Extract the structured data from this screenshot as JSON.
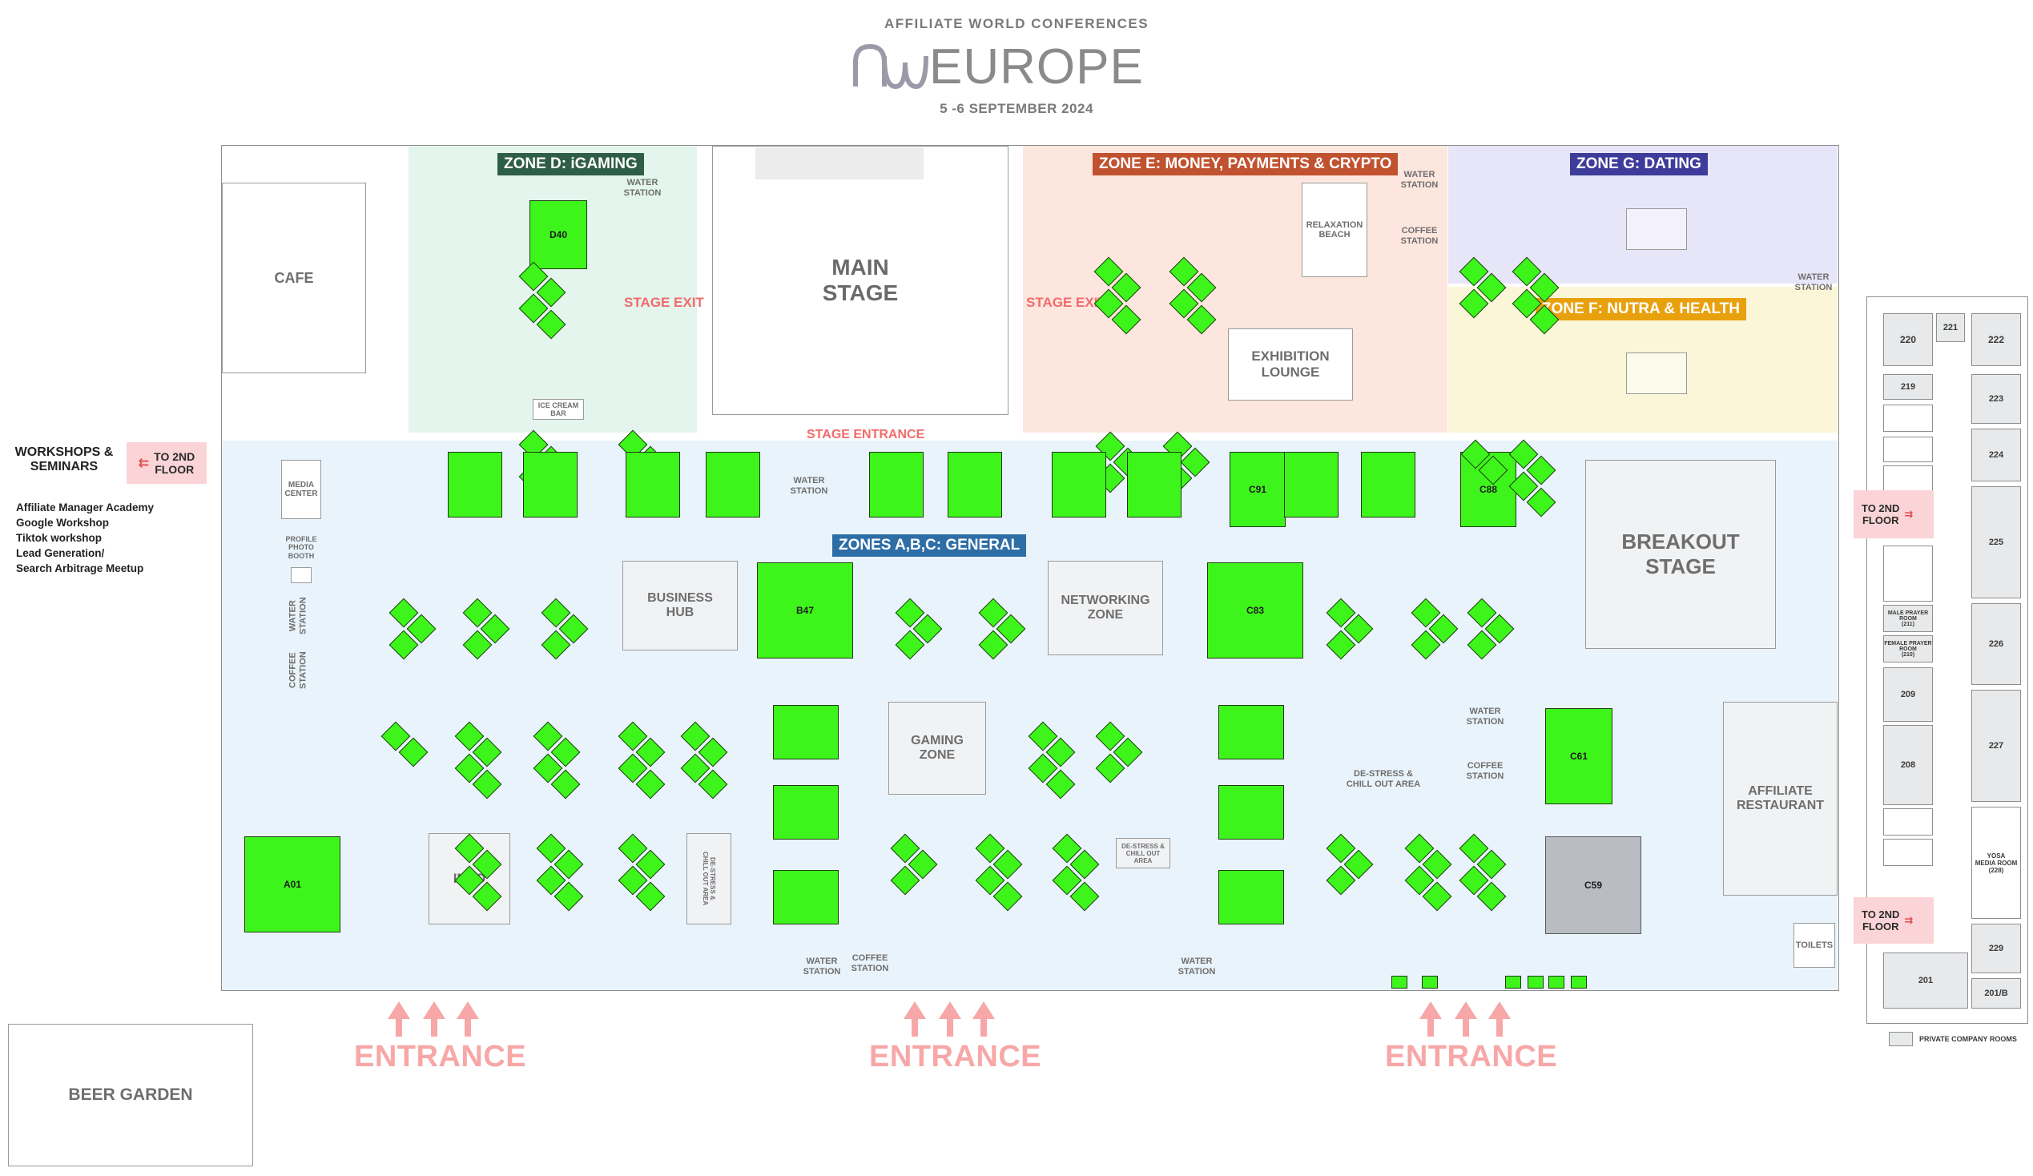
{
  "header": {
    "organizer": "AFFILIATE WORLD CONFERENCES",
    "brand": "EUROPE",
    "dates": "5 -6 SEPTEMBER 2024"
  },
  "areas": {
    "cafe": "CAFE",
    "beer_garden": "BEER GARDEN",
    "main_stage": "MAIN\nSTAGE",
    "stage_exit_left": "STAGE EXIT",
    "stage_exit_right": "STAGE EXIT",
    "stage_entrance": "STAGE ENTRANCE",
    "relaxation_beach": "RELAXATION\nBEACH",
    "exhibition_lounge": "EXHIBITION\nLOUNGE",
    "ice_cream_bar": "ICE CREAM\nBAR",
    "media_center": "MEDIA\nCENTER",
    "profile_photo_booth": "PROFILE\nPHOTO\nBOOTH",
    "business_hub": "BUSINESS\nHUB",
    "networking_zone": "NETWORKING\nZONE",
    "breakout_stage": "BREAKOUT\nSTAGE",
    "gaming_zone": "GAMING\nZONE",
    "info": "INFO",
    "destress_vertical": "DE-STRESS &\nCHILL OUT AREA",
    "destress_small": "DE-STRESS &\nCHILL OUT AREA",
    "destress_right": "DE-STRESS &\nCHILL OUT AREA",
    "affiliate_restaurant": "AFFILIATE\nRESTAURANT",
    "toilets": "TOILETS",
    "water_station": "WATER\nSTATION",
    "coffee_station": "COFFEE\nSTATION"
  },
  "zones": {
    "d": {
      "label": "ZONE D: iGAMING",
      "color": "#2f5e46"
    },
    "e": {
      "label": "ZONE E: MONEY, PAYMENTS & CRYPTO",
      "color": "#c0522f"
    },
    "g": {
      "label": "ZONE G: DATING",
      "color": "#3e3c9a"
    },
    "f": {
      "label": "ZONE F: NUTRA & HEALTH",
      "color": "#e8a10c"
    },
    "abc": {
      "label": "ZONES A,B,C: GENERAL",
      "color": "#2e6ea6"
    }
  },
  "workshops": {
    "title": "WORKSHOPS &\nSEMINARS",
    "to_floor": "TO 2ND\nFLOOR",
    "items": [
      "Affiliate Manager Academy",
      "Google Workshop",
      "Tiktok workshop",
      "Lead Generation/",
      "Search Arbitrage Meetup"
    ]
  },
  "entrances": [
    "ENTRANCE",
    "ENTRANCE",
    "ENTRANCE"
  ],
  "big_booths": {
    "d40": "D40",
    "b47": "B47",
    "c83": "C83",
    "c91": "C91",
    "c88": "C88",
    "c61": "C61",
    "c59": "C59",
    "a01": "A01"
  },
  "annex": {
    "to_floor_1": "TO 2ND\nFLOOR",
    "to_floor_2": "TO 2ND\nFLOOR",
    "rooms": {
      "r220": "220",
      "r221": "221",
      "r222": "222",
      "r219": "219",
      "r223": "223",
      "r224": "224",
      "r225": "225",
      "r226": "226",
      "r227": "227",
      "r209": "209",
      "r208": "208",
      "r229": "229",
      "r201": "201",
      "r201b": "201/B",
      "male": "MALE PRAYER\nROOM\n(211)",
      "female": "FEMALE PRAYER\nROOM\n(210)",
      "yosa": "YOSA\nMEDIA ROOM\n(228)"
    },
    "legend": "PRIVATE COMPANY ROOMS"
  },
  "colors": {
    "booth": "#3ef51b",
    "zone_d_bg": "#e3f5ec",
    "zone_e_bg": "#fde6de",
    "zone_g_bg": "#e7e5f8",
    "zone_f_bg": "#fbf6d8",
    "general_bg": "#e9f3fb",
    "entrance": "#f7a7a7"
  }
}
